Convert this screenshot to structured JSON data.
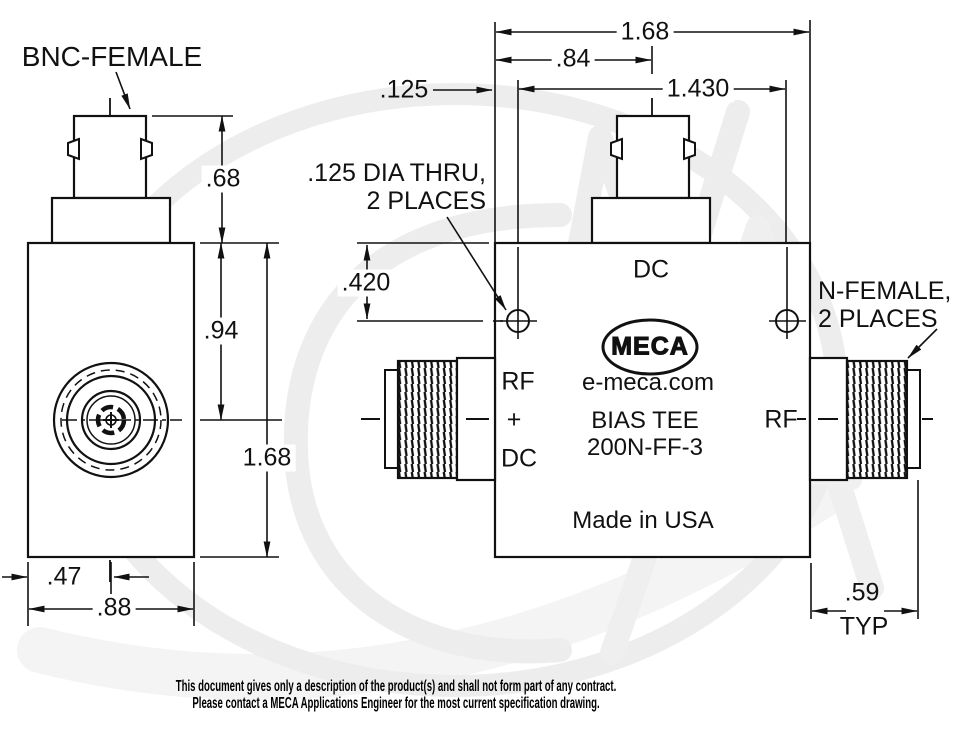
{
  "colors": {
    "line": "#111111",
    "watermark": "#ececec"
  },
  "left_view": {
    "connector_label": "BNC-FEMALE",
    "dim_height_to_flange": ".68",
    "dim_center": ".94",
    "dim_total_height": "1.68",
    "dim_half_width": ".47",
    "dim_width": ".88"
  },
  "right_view": {
    "dim_total_width": "1.68",
    "dim_dc_center": ".84",
    "dim_hole_span": "1.430",
    "dim_hole_edge": ".125",
    "dim_hole_down": ".420",
    "dim_connector": ".59",
    "dim_connector_qualifier": "TYP",
    "hole_note_line1": ".125 DIA THRU,",
    "hole_note_line2": "2 PLACES",
    "n_connector_note_line1": "N-FEMALE,",
    "n_connector_note_line2": "2 PLACES",
    "port_dc_top": "DC",
    "port_rf_left": "RF",
    "port_plus": "+",
    "port_dc_left": "DC",
    "port_rf_right": "RF"
  },
  "branding": {
    "logo_text": "MECA",
    "website": "e-meca.com",
    "product": "BIAS TEE",
    "model": "200N-FF-3",
    "origin": "Made in USA"
  },
  "footer": {
    "line1": "This document gives only a description of the product(s) and shall not form part of any contract.",
    "line2": "Please contact a MECA Applications Engineer for the most current specification drawing."
  }
}
